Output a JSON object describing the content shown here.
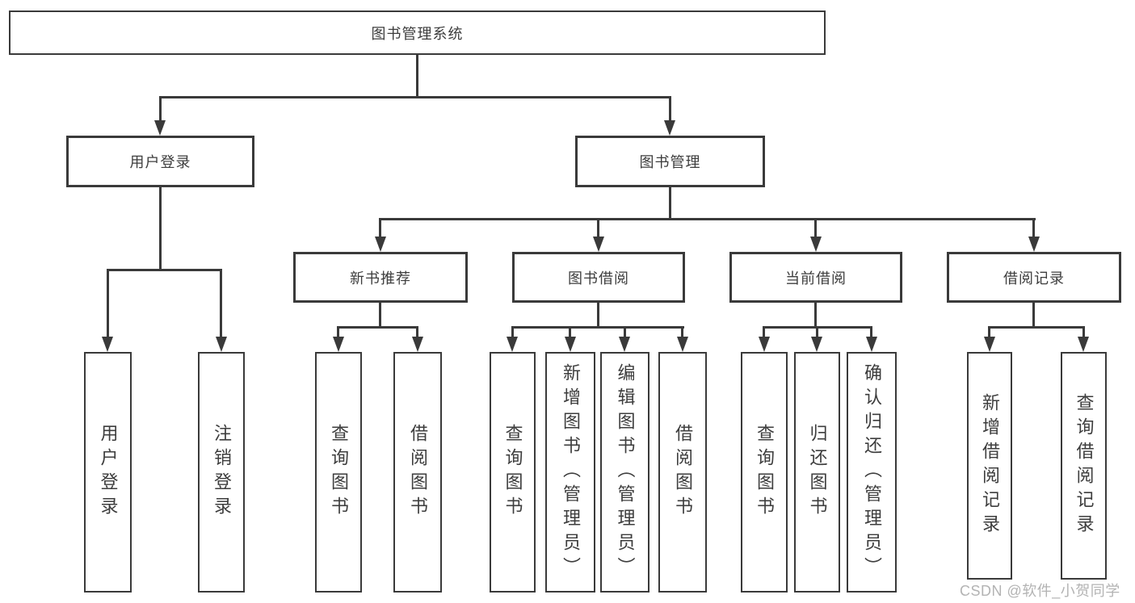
{
  "title": "图书管理系统",
  "colors": {
    "line": "#3a3a3a",
    "box_border": "#3a3a3a",
    "text": "#3d3d3d",
    "watermark": "#b3b3b3",
    "background": "#ffffff"
  },
  "tree": {
    "label": "图书管理系统",
    "children": [
      {
        "label": "用户登录",
        "children": [
          {
            "label": "用户登录"
          },
          {
            "label": "注销登录"
          }
        ]
      },
      {
        "label": "图书管理",
        "children": [
          {
            "label": "新书推荐",
            "children": [
              {
                "label": "查询图书"
              },
              {
                "label": "借阅图书"
              }
            ]
          },
          {
            "label": "图书借阅",
            "children": [
              {
                "label": "查询图书"
              },
              {
                "label": "新增图书（管理员）"
              },
              {
                "label": "编辑图书（管理员）"
              },
              {
                "label": "借阅图书"
              }
            ]
          },
          {
            "label": "当前借阅",
            "children": [
              {
                "label": "查询图书"
              },
              {
                "label": "归还图书"
              },
              {
                "label": "确认归还（管理员）"
              }
            ]
          },
          {
            "label": "借阅记录",
            "children": [
              {
                "label": "新增借阅记录"
              },
              {
                "label": "查询借阅记录"
              }
            ]
          }
        ]
      }
    ]
  },
  "watermark": {
    "text": "CSDN @软件_小贺同学"
  }
}
